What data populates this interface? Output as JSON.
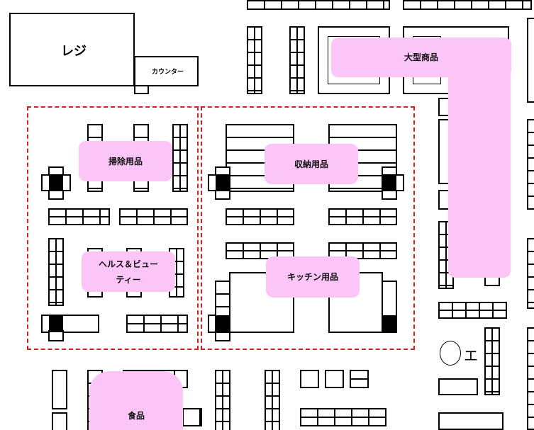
{
  "labels": {
    "register": "レジ",
    "counter": "カウンター",
    "large_goods": "大型商品",
    "cleaning": "掃除用品",
    "storage": "収納用品",
    "health_beauty_line1": "ヘルス＆ビュー",
    "health_beauty_line2": "ティー",
    "kitchen": "キッチン用品",
    "food": "食品",
    "elevator": "エ"
  },
  "colors": {
    "zone_border": "#d62020",
    "category_fill": "#fbc5f7",
    "shelf_stroke": "#000000"
  }
}
